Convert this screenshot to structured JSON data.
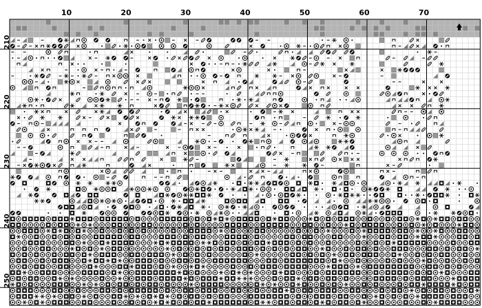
{
  "column_labels": [
    "10",
    "20",
    "30",
    "40",
    "50",
    "60",
    "70"
  ],
  "row_labels": [
    "210",
    "220",
    "230",
    "240",
    "250"
  ],
  "scroll_indicator": "up-arrow-icon",
  "colors": {
    "grid_minor": "#c8c8c8",
    "grid_major": "#000000",
    "header_band": "#b4b4b4",
    "symbol": "#000000"
  },
  "symbol_legend": [
    {
      "name": "filled-square-with-dot"
    },
    {
      "name": "circle-with-dot"
    },
    {
      "name": "filled-circle-with-slash"
    },
    {
      "name": "diagonal-oval"
    },
    {
      "name": "n-glyph"
    },
    {
      "name": "dash"
    },
    {
      "name": "small-dot"
    },
    {
      "name": "asterisk"
    },
    {
      "name": "half-triangle"
    },
    {
      "name": "x-mark"
    },
    {
      "name": "cross-hatch-gray"
    }
  ]
}
